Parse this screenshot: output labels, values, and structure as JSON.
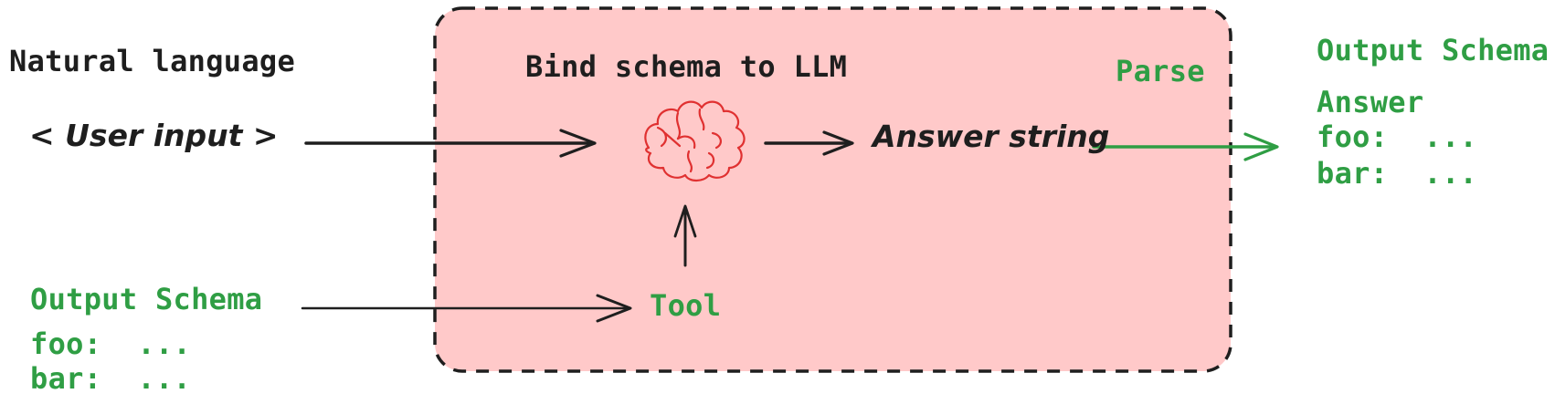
{
  "colors": {
    "background": "#ffffff",
    "box_fill": "#ffc9c9",
    "stroke_dark": "#1e1e1e",
    "green": "#2f9e44",
    "red": "#e03131"
  },
  "left": {
    "natural_language_title": "Natural language",
    "user_input": "< User input >",
    "output_schema": {
      "title": "Output Schema",
      "fields": [
        "foo:  ...",
        "bar:  ..."
      ]
    }
  },
  "pipeline_box": {
    "title": "Bind schema to LLM",
    "parse_label": "Parse",
    "llm_icon": "brain-icon",
    "answer_label": "Answer string",
    "tool_label": "Tool"
  },
  "right": {
    "output_schema": {
      "title": "Output Schema",
      "answer_label": "Answer",
      "fields": [
        "foo:  ...",
        "bar:  ..."
      ]
    }
  },
  "edges": [
    {
      "from": "User input",
      "to": "LLM",
      "color": "#1e1e1e"
    },
    {
      "from": "LLM",
      "to": "Answer string",
      "color": "#1e1e1e"
    },
    {
      "from": "Answer string",
      "to": "Output Schema (parsed)",
      "color": "#2f9e44"
    },
    {
      "from": "Tool",
      "to": "LLM",
      "color": "#1e1e1e"
    },
    {
      "from": "Output Schema",
      "to": "Tool",
      "color": "#1e1e1e"
    }
  ]
}
